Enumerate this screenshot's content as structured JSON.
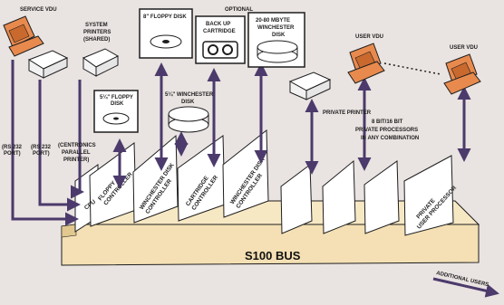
{
  "devices": {
    "service_vdu": "SERVICE VDU",
    "system_printers": [
      "SYSTEM",
      "PRINTERS",
      "(SHARED)"
    ],
    "floppy_8": "8\" FLOPPY DISK",
    "optional": "OPTIONAL",
    "backup_cartridge": [
      "BACK UP",
      "CARTRIDGE"
    ],
    "winchester_20_80": [
      "20-80 MBYTE",
      "WINCHESTER",
      "DISK"
    ],
    "user_vdu_1": "USER VDU",
    "user_vdu_2": "USER VDU",
    "floppy_525": [
      "5¼\" FLOPPY",
      "DISK"
    ],
    "winchester_525": [
      "5¼\" WINCHESTER",
      "DISK"
    ],
    "private_printer": "PRIVATE PRINTER"
  },
  "ports": {
    "rs232_a": [
      "(RS 232",
      "PORT)"
    ],
    "rs232_b": [
      "(RS 232",
      "PORT)"
    ],
    "centronics": [
      "(CENTRONICS",
      "PARALLEL",
      "PRINTER)"
    ]
  },
  "processors_note": [
    "8 BIT/16 BIT",
    "PRIVATE PROCESSORS",
    "IN ANY COMBINATION"
  ],
  "cards": {
    "cpu": "CPU",
    "floppy_controller": [
      "FLOPPY",
      "CONTROLLER"
    ],
    "winchester_controller": [
      "WINCHESTER DISK",
      "CONTROLLER"
    ],
    "cartridge_controller": [
      "CARTRIDGE",
      "CONTROLLER"
    ],
    "winchester_controller_2": [
      "WINCHESTER DISK",
      "CONTROLLER"
    ],
    "private_processor": [
      "PRIVATE",
      "USER PROCESSOR"
    ]
  },
  "bus": {
    "label": "S100 BUS"
  },
  "additional_users": "ADDITIONAL USERS",
  "colors": {
    "background": "#e9e3e1",
    "vdu_orange": "#e88a4e",
    "vdu_orange_dark": "#c9692e",
    "bus_fill": "#f4e0b4",
    "card_fill": "#ffffff",
    "arrow_purple": "#4b3a6b",
    "line_dark": "#1e1e1e"
  }
}
